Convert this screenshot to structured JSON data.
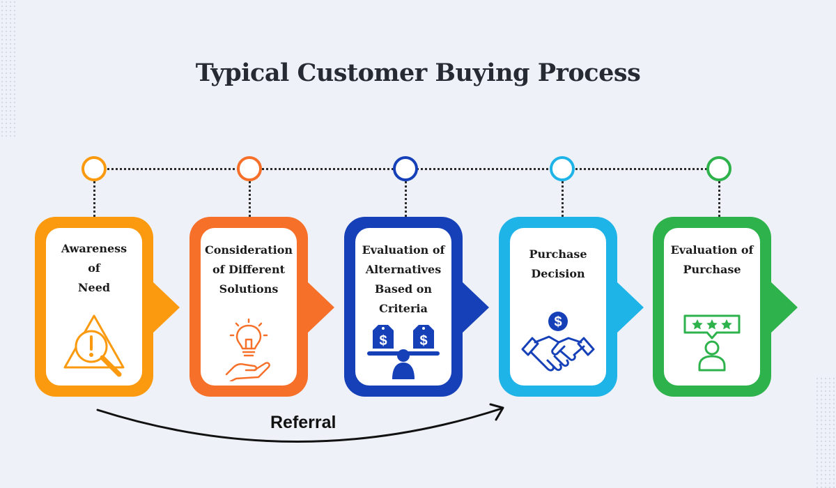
{
  "title": "Typical Customer Buying Process",
  "colors": {
    "background": "#eef1f7",
    "step1": "#fb9a0f",
    "step2": "#f7702a",
    "step3": "#1540b8",
    "step4": "#1eb4e8",
    "step5": "#2eb24c"
  },
  "steps": [
    {
      "label_lines": [
        "Awareness",
        "of",
        "Need"
      ],
      "icon": "magnifier-warning-icon",
      "color": "#fb9a0f"
    },
    {
      "label_lines": [
        "Consideration",
        "of Different",
        "Solutions"
      ],
      "icon": "lightbulb-hand-icon",
      "color": "#f7702a"
    },
    {
      "label_lines": [
        "Evaluation of",
        "Alternatives",
        "Based on",
        "Criteria"
      ],
      "icon": "scale-person-icon",
      "color": "#1540b8"
    },
    {
      "label_lines": [
        "Purchase",
        "Decision"
      ],
      "icon": "handshake-dollar-icon",
      "color": "#1eb4e8"
    },
    {
      "label_lines": [
        "Evaluation of",
        "Purchase"
      ],
      "icon": "review-stars-icon",
      "color": "#2eb24c"
    }
  ],
  "referral": {
    "label": "Referral"
  }
}
